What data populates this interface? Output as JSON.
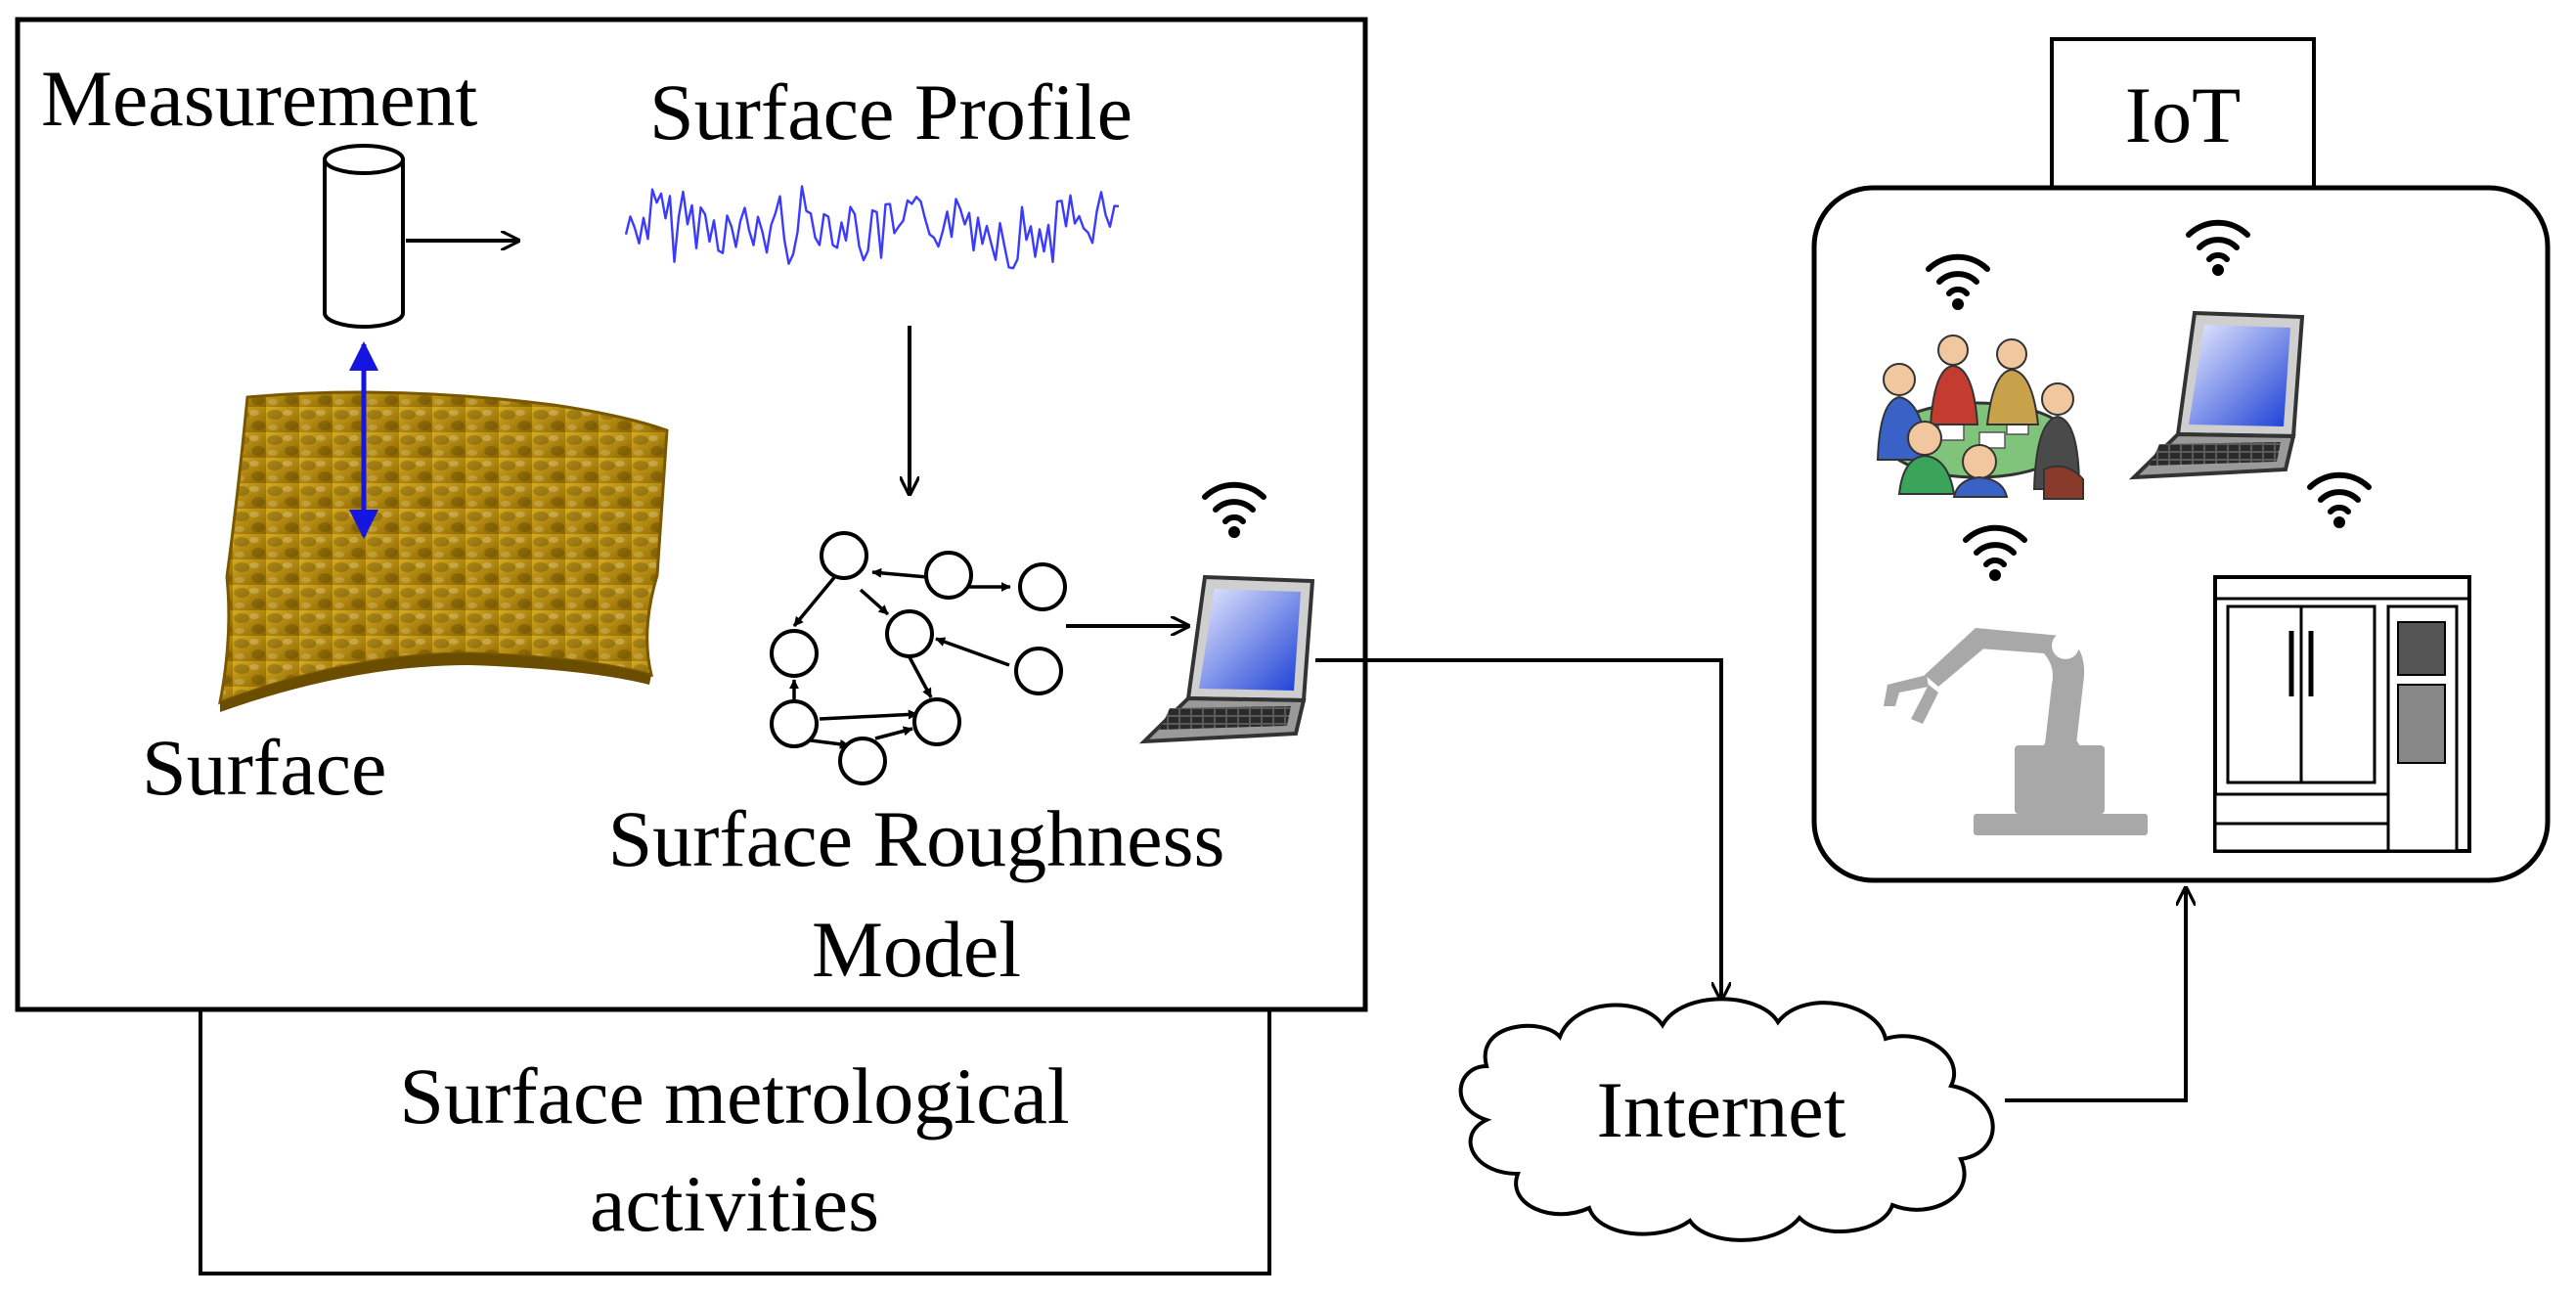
{
  "labels": {
    "measurement": "Measurement",
    "surface_profile": "Surface Profile",
    "surface": "Surface",
    "model_line1": "Surface Roughness",
    "model_line2": "Model",
    "activities_line1": "Surface metrological",
    "activities_line2": "activities",
    "internet": "Internet",
    "iot": "IoT"
  },
  "icons": {
    "sensor": "cylinder-sensor-icon",
    "surface": "rough-surface-icon",
    "network": "neural-network-icon",
    "laptop": "laptop-icon",
    "wifi": "wifi-icon",
    "meeting": "people-meeting-icon",
    "robot": "robot-arm-icon",
    "machine": "machine-tool-icon",
    "cloud": "cloud-icon"
  },
  "colors": {
    "profile": "#3b3bff",
    "measure_arrow": "#1515e0",
    "surface_light": "#d6ab22",
    "surface_dark": "#8a6400",
    "screen": "#1a3fd6",
    "robot": "#a8a8a8"
  }
}
